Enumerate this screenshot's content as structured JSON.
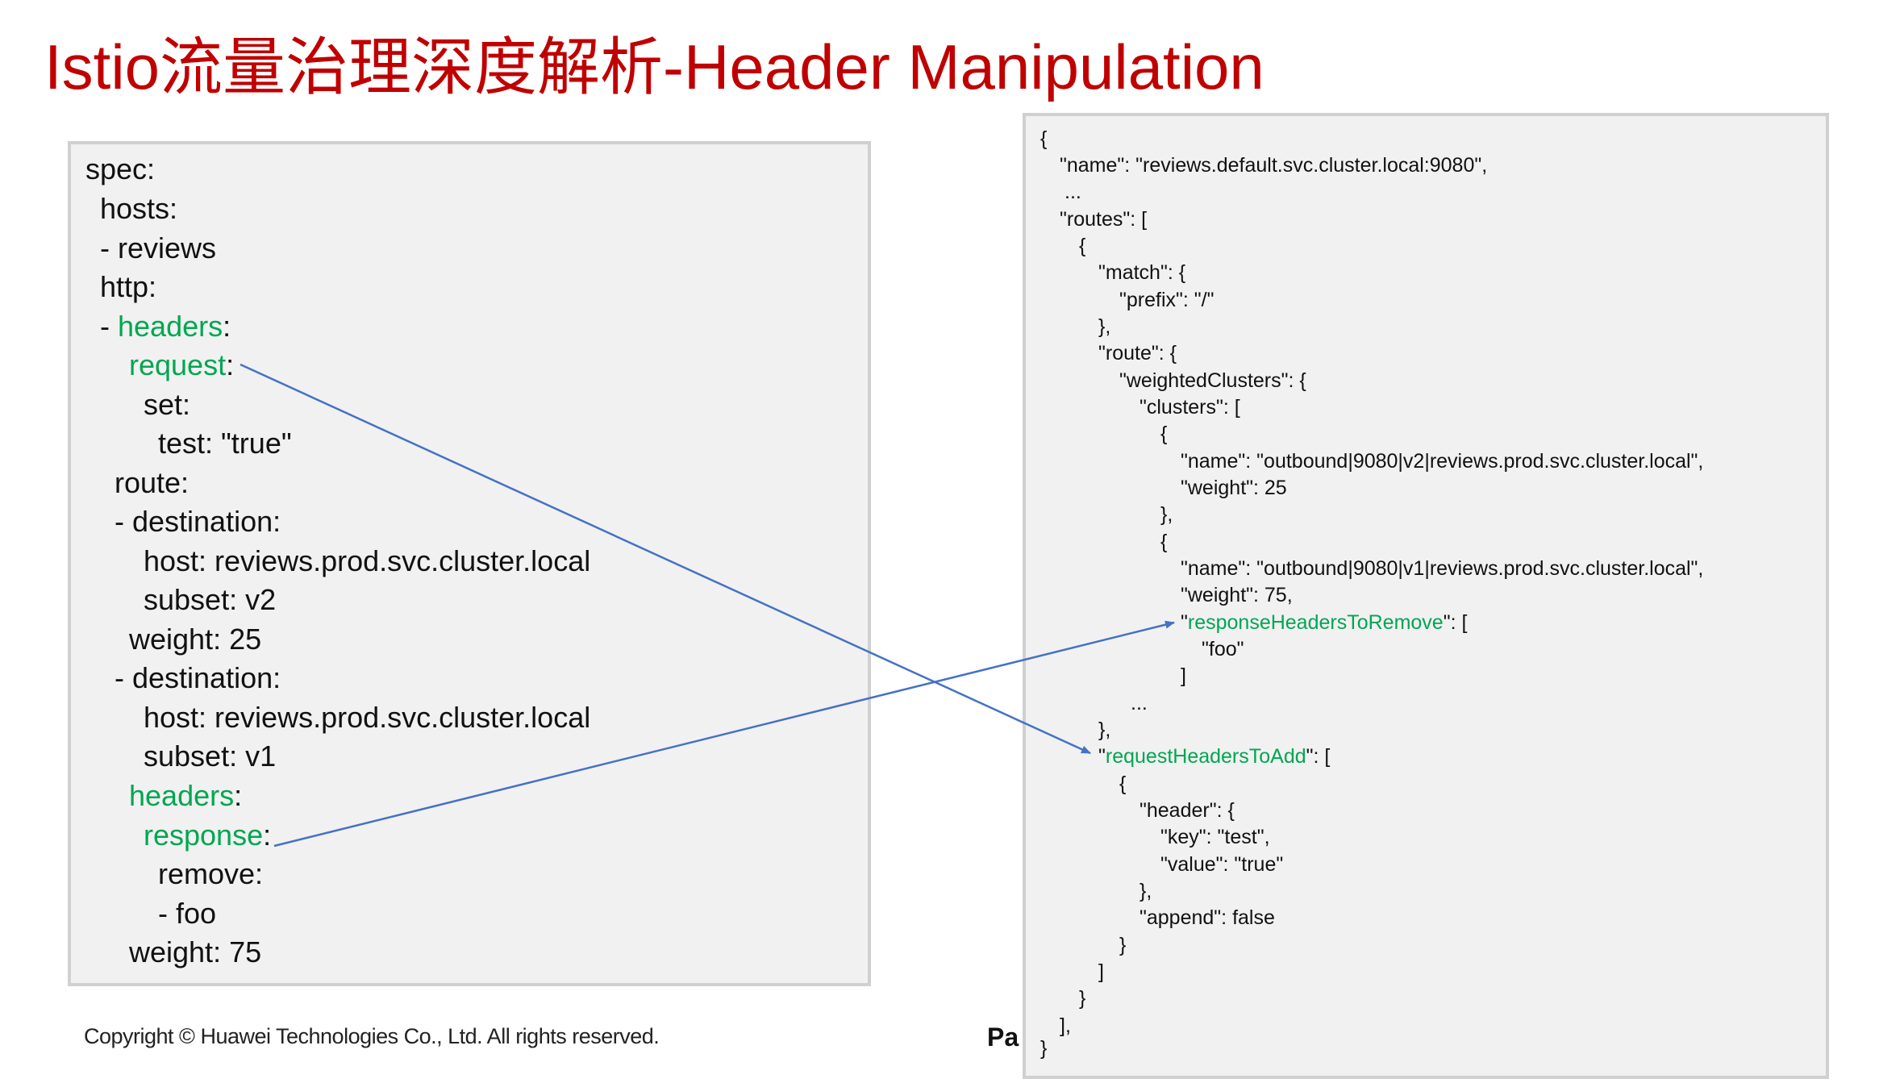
{
  "title": "Istio流量治理深度解析-Header Manipulation",
  "yaml": {
    "l01": "spec:",
    "l02": "hosts:",
    "l03": "- reviews",
    "l04": "http:",
    "l05_pre": "- ",
    "l05_hl": "headers",
    "l05_post": ":",
    "l06_hl": "request",
    "l06_post": ":",
    "l07": "set:",
    "l08": "test: \"true\"",
    "l09": "route:",
    "l10": "- destination:",
    "l11": "host: reviews.prod.svc.cluster.local",
    "l12": "subset: v2",
    "l13": "weight: 25",
    "l14": "- destination:",
    "l15": "host: reviews.prod.svc.cluster.local",
    "l16": "subset: v1",
    "l17_hl": "headers",
    "l17_post": ":",
    "l18_hl": "response",
    "l18_post": ":",
    "l19": "remove:",
    "l20": "- foo",
    "l21": "weight: 75"
  },
  "json": {
    "j01": "{",
    "j02": "\"name\": \"reviews.default.svc.cluster.local:9080\",",
    "j03": "...",
    "j04": "\"routes\": [",
    "j05": "{",
    "j06": "\"match\": {",
    "j07": "\"prefix\": \"/\"",
    "j08": "},",
    "j09": "\"route\": {",
    "j10": "\"weightedClusters\": {",
    "j11": "\"clusters\": [",
    "j12": "{",
    "j13": "\"name\": \"outbound|9080|v2|reviews.prod.svc.cluster.local\",",
    "j14": "\"weight\": 25",
    "j15": "},",
    "j16": "{",
    "j17": "\"name\": \"outbound|9080|v1|reviews.prod.svc.cluster.local\",",
    "j18": "\"weight\": 75,",
    "j19_pre": "\"",
    "j19_hl": "responseHeadersToRemove",
    "j19_post": "\": [",
    "j20": "\"foo\"",
    "j21": "]",
    "j22": "...",
    "j23": "},",
    "j24_pre": "\"",
    "j24_hl": "requestHeadersToAdd",
    "j24_post": "\": [",
    "j25": "{",
    "j26": "\"header\": {",
    "j27": "\"key\": \"test\",",
    "j28": "\"value\": \"true\"",
    "j29": "},",
    "j30": "\"append\": false",
    "j31": "}",
    "j32": "]",
    "j33": "}",
    "j34": "],",
    "j35": "}"
  },
  "footer": {
    "copyright": "Copyright © Huawei Technologies Co., Ltd. All rights reserved.",
    "page": "Pa"
  },
  "colors": {
    "title": "#c00000",
    "highlight": "#00a651",
    "arrow": "#4472c4"
  }
}
